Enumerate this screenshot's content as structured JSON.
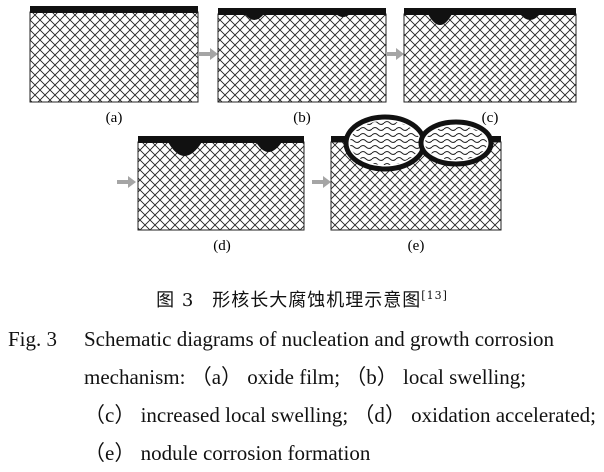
{
  "panels": [
    {
      "label": "(a)",
      "stage": "oxide film"
    },
    {
      "label": "(b)",
      "stage": "local swelling"
    },
    {
      "label": "(c)",
      "stage": "increased local swelling"
    },
    {
      "label": "(d)",
      "stage": "oxidation accelerated"
    },
    {
      "label": "(e)",
      "stage": "nodule corrosion formation"
    }
  ],
  "caption_cn": {
    "fig_num": "图 3",
    "title": "形核长大腐蚀机理示意图",
    "ref": "[13]"
  },
  "caption_en": {
    "fig_label": "Fig. 3",
    "line1": "Schematic diagrams of nucleation and growth corrosion",
    "line2": "mechanism: （a） oxide film; （b） local swelling;",
    "line3": "（c） increased local swelling; （d） oxidation accelerated;",
    "line4": "（e） nodule corrosion formation"
  },
  "colors": {
    "oxide": "#111111",
    "substrate_line": "#222222",
    "arrow": "#a0a0a0"
  }
}
